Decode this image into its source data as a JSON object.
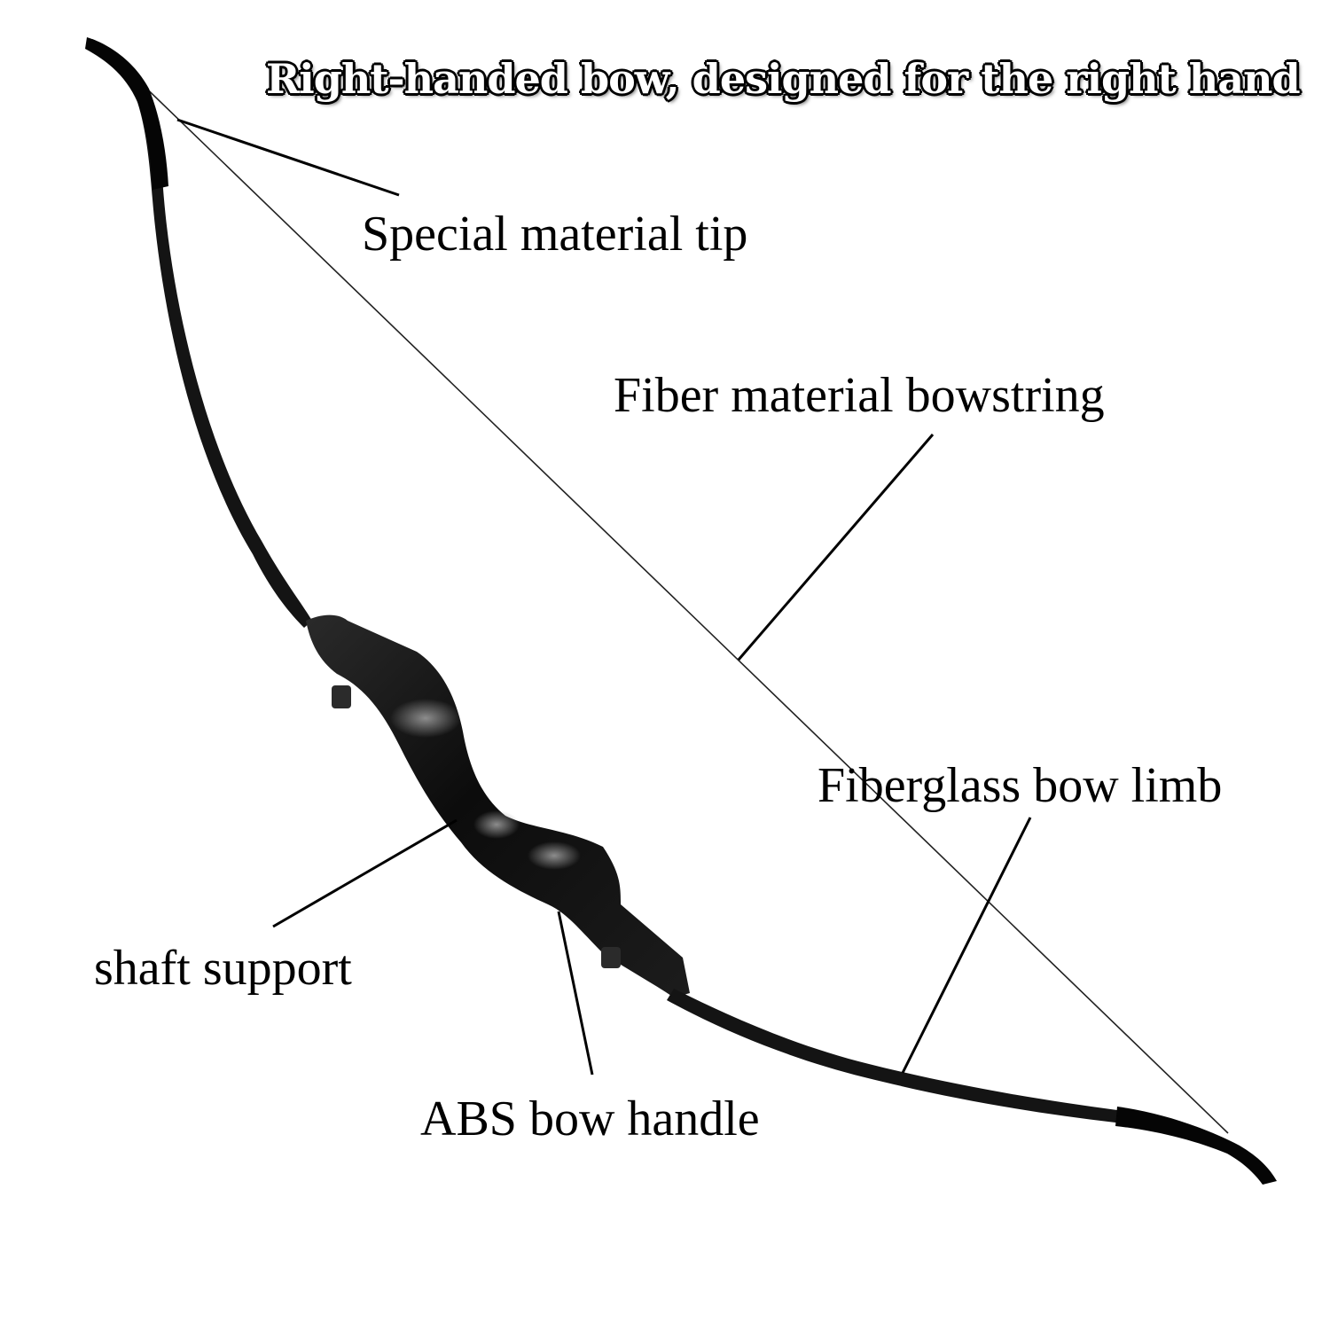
{
  "title": "Right-handed bow, designed for the right hand",
  "labels": {
    "tip": "Special material tip",
    "bowstring": "Fiber material bowstring",
    "limb": "Fiberglass bow limb",
    "shaft_support": "shaft support",
    "handle": "ABS bow handle"
  },
  "colors": {
    "background": "#ffffff",
    "bow": "#111111",
    "leader": "#000000"
  }
}
